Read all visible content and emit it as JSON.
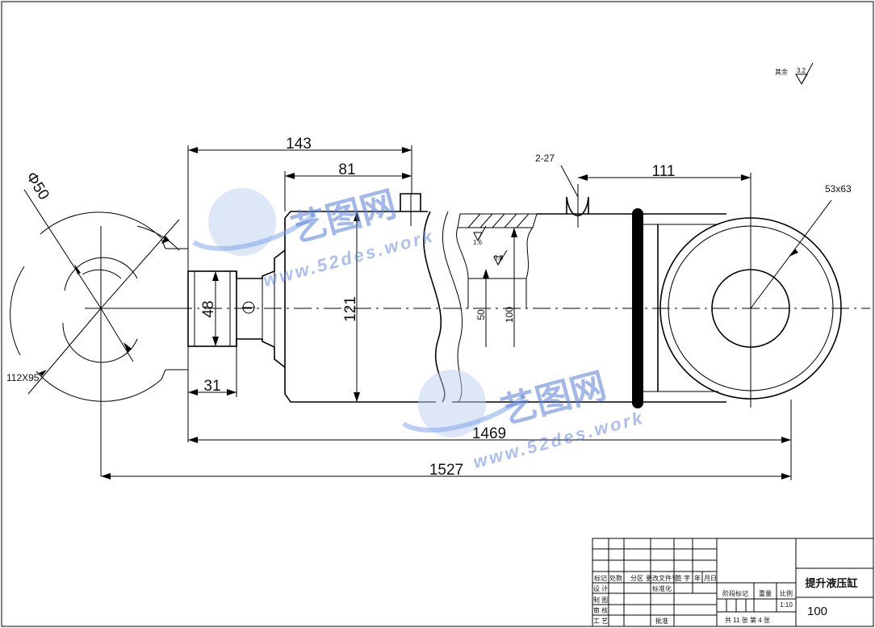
{
  "drawing": {
    "dimensions": {
      "d_143": "143",
      "d_81": "81",
      "d_111": "111",
      "d_2_27": "2-27",
      "d_53x63": "53x63",
      "d_phi50": "Φ50",
      "d_48": "48",
      "d_121": "121",
      "d_50": "50",
      "d_100": "100",
      "d_112x95": "112X95",
      "d_31": "31",
      "d_1469": "1469",
      "d_1527": "1527"
    },
    "roughness": {
      "r_1_6": "1.6",
      "r_0_8": "0.8",
      "r_3_2": "3.2",
      "rest_label": "其余"
    }
  },
  "watermark": {
    "cn": "艺图网",
    "en": "www.52des.work"
  },
  "title_block": {
    "title": "提升液压缸",
    "code": "100",
    "scale_label": "比例",
    "scale_value": "1:10",
    "weight_label": "重量",
    "stage_label": "阶段标记",
    "sheets": "共  11 张 第  4 张",
    "row_labels": [
      "标记",
      "设 计",
      "制 图",
      "审 核",
      "工 艺"
    ],
    "header_cells": [
      "处数",
      "分区",
      "更改文件号",
      "签 字",
      "年",
      "月",
      "日"
    ],
    "std_label": "标准化",
    "approve_label": "批准"
  }
}
